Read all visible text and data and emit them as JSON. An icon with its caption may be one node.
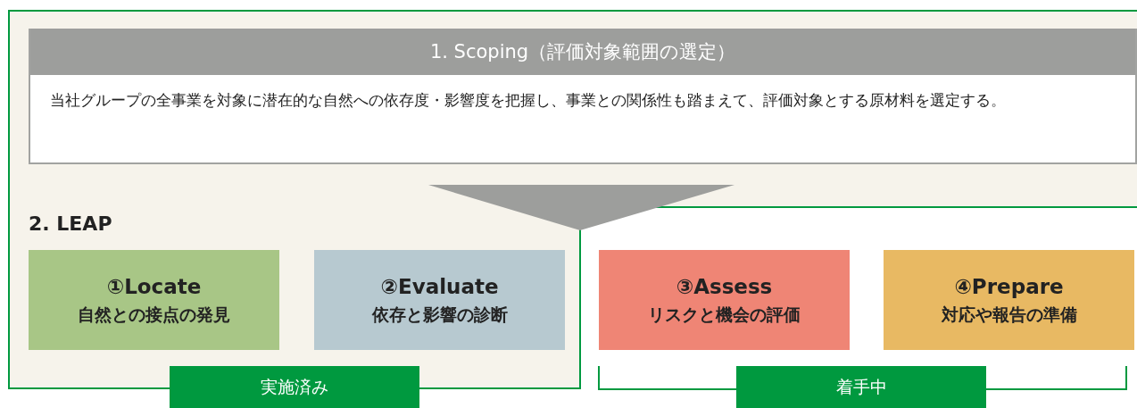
{
  "diagram": {
    "nodes": [
      {
        "text": [
          "1. Scoping（評価対象範囲の選定）",
          "当社グループの全事業を対象に潜在的な自然への依存度・影響度を把握し、事業との関係性も踏まえて、評価対象とする原材料を選定する。"
        ]
      },
      {
        "text": [
          "①Locate",
          "自然との接点の発見"
        ]
      },
      {
        "text": [
          "②Evaluate",
          "依存と影響の診断"
        ]
      },
      {
        "text": [
          "③Assess",
          "リスクと機会の評価"
        ]
      },
      {
        "text": [
          "④Prepare",
          "対応や報告の準備"
        ]
      },
      {
        "text": [
          "実施済み"
        ]
      },
      {
        "text": [
          "着手中"
        ]
      }
    ],
    "labels": [
      "2. LEAP"
    ]
  }
}
